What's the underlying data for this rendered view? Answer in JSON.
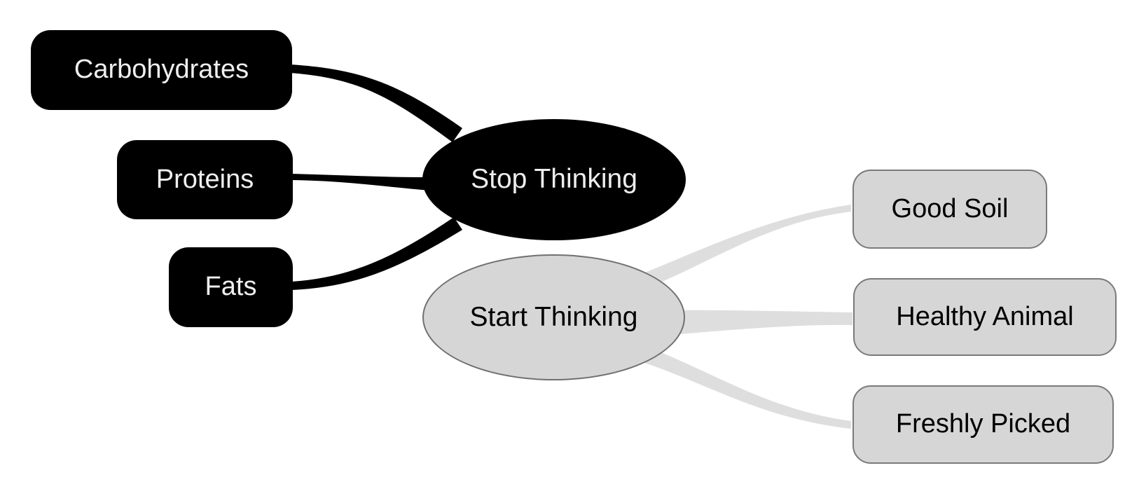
{
  "diagram_type": "mindmap",
  "nodes": [
    {
      "id": "carbohydrates",
      "label": "Carbohydrates",
      "shape": "rounded-rect",
      "theme": "black"
    },
    {
      "id": "proteins",
      "label": "Proteins",
      "shape": "rounded-rect",
      "theme": "black"
    },
    {
      "id": "fats",
      "label": "Fats",
      "shape": "rounded-rect",
      "theme": "black"
    },
    {
      "id": "stop-thinking",
      "label": "Stop Thinking",
      "shape": "ellipse",
      "theme": "black"
    },
    {
      "id": "start-thinking",
      "label": "Start Thinking",
      "shape": "ellipse",
      "theme": "gray"
    },
    {
      "id": "good-soil",
      "label": "Good Soil",
      "shape": "rounded-rect",
      "theme": "gray"
    },
    {
      "id": "healthy-animal",
      "label": "Healthy Animal",
      "shape": "rounded-rect",
      "theme": "gray"
    },
    {
      "id": "freshly-picked",
      "label": "Freshly Picked",
      "shape": "rounded-rect",
      "theme": "gray"
    }
  ],
  "edges": [
    {
      "from": "stop-thinking",
      "to": "carbohydrates",
      "color": "#000000"
    },
    {
      "from": "stop-thinking",
      "to": "proteins",
      "color": "#000000"
    },
    {
      "from": "stop-thinking",
      "to": "fats",
      "color": "#000000"
    },
    {
      "from": "start-thinking",
      "to": "good-soil",
      "color": "#dedede"
    },
    {
      "from": "start-thinking",
      "to": "healthy-animal",
      "color": "#dedede"
    },
    {
      "from": "start-thinking",
      "to": "freshly-picked",
      "color": "#dedede"
    }
  ],
  "colors": {
    "background": "#ffffff",
    "black_node_fill": "#000000",
    "black_node_text": "#ededed",
    "black_edge": "#000000",
    "gray_node_fill": "#d6d6d6",
    "gray_node_border": "#7a7a7a",
    "gray_node_text": "#000000",
    "gray_edge": "#dedede"
  }
}
